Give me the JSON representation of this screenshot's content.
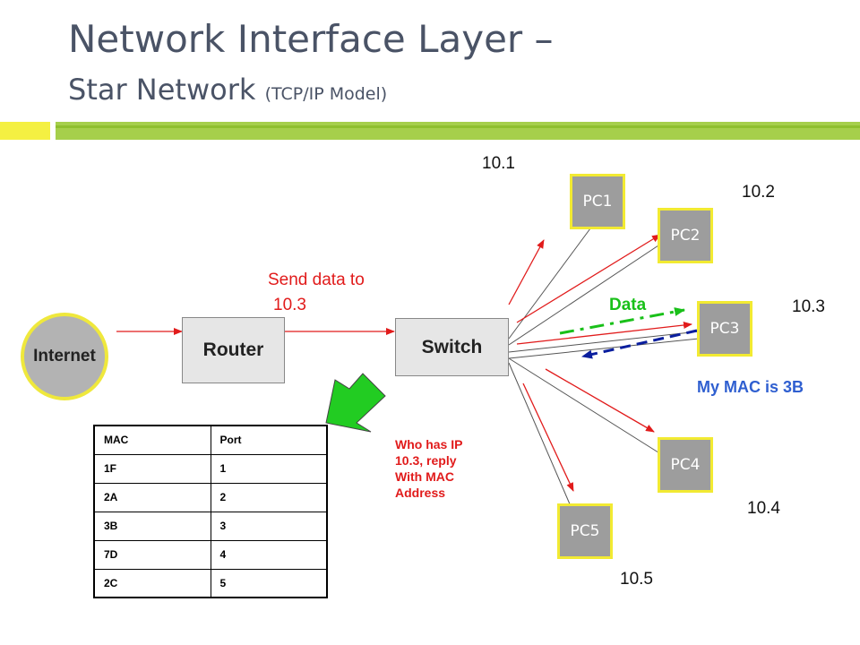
{
  "title": {
    "main": "Network Interface Layer –",
    "sub": "Star Network",
    "sub_small": "(TCP/IP Model)"
  },
  "nodes": {
    "internet": "Internet",
    "router": "Router",
    "switch": "Switch",
    "pcs": [
      "PC1",
      "PC2",
      "PC3",
      "PC4",
      "PC5"
    ]
  },
  "ips": [
    "10.1",
    "10.2",
    "10.3",
    "10.4",
    "10.5"
  ],
  "labels": {
    "send_line1": "Send data to",
    "send_line2": "10.3",
    "data": "Data",
    "mac_reply": "My MAC is 3B",
    "who_has": [
      "Who has IP",
      "10.3, reply",
      "With MAC",
      "Address"
    ]
  },
  "mac_table": {
    "headers": [
      "MAC",
      "Port"
    ],
    "rows": [
      [
        "1F",
        "1"
      ],
      [
        "2A",
        "2"
      ],
      [
        "3B",
        "3"
      ],
      [
        "7D",
        "4"
      ],
      [
        "2C",
        "5"
      ]
    ]
  },
  "colors": {
    "request": "#e11b1b",
    "data": "#19c019",
    "reply": "#0a1e9e",
    "arrow_fill": "#22cc22",
    "pc_border": "#f2ea32"
  }
}
